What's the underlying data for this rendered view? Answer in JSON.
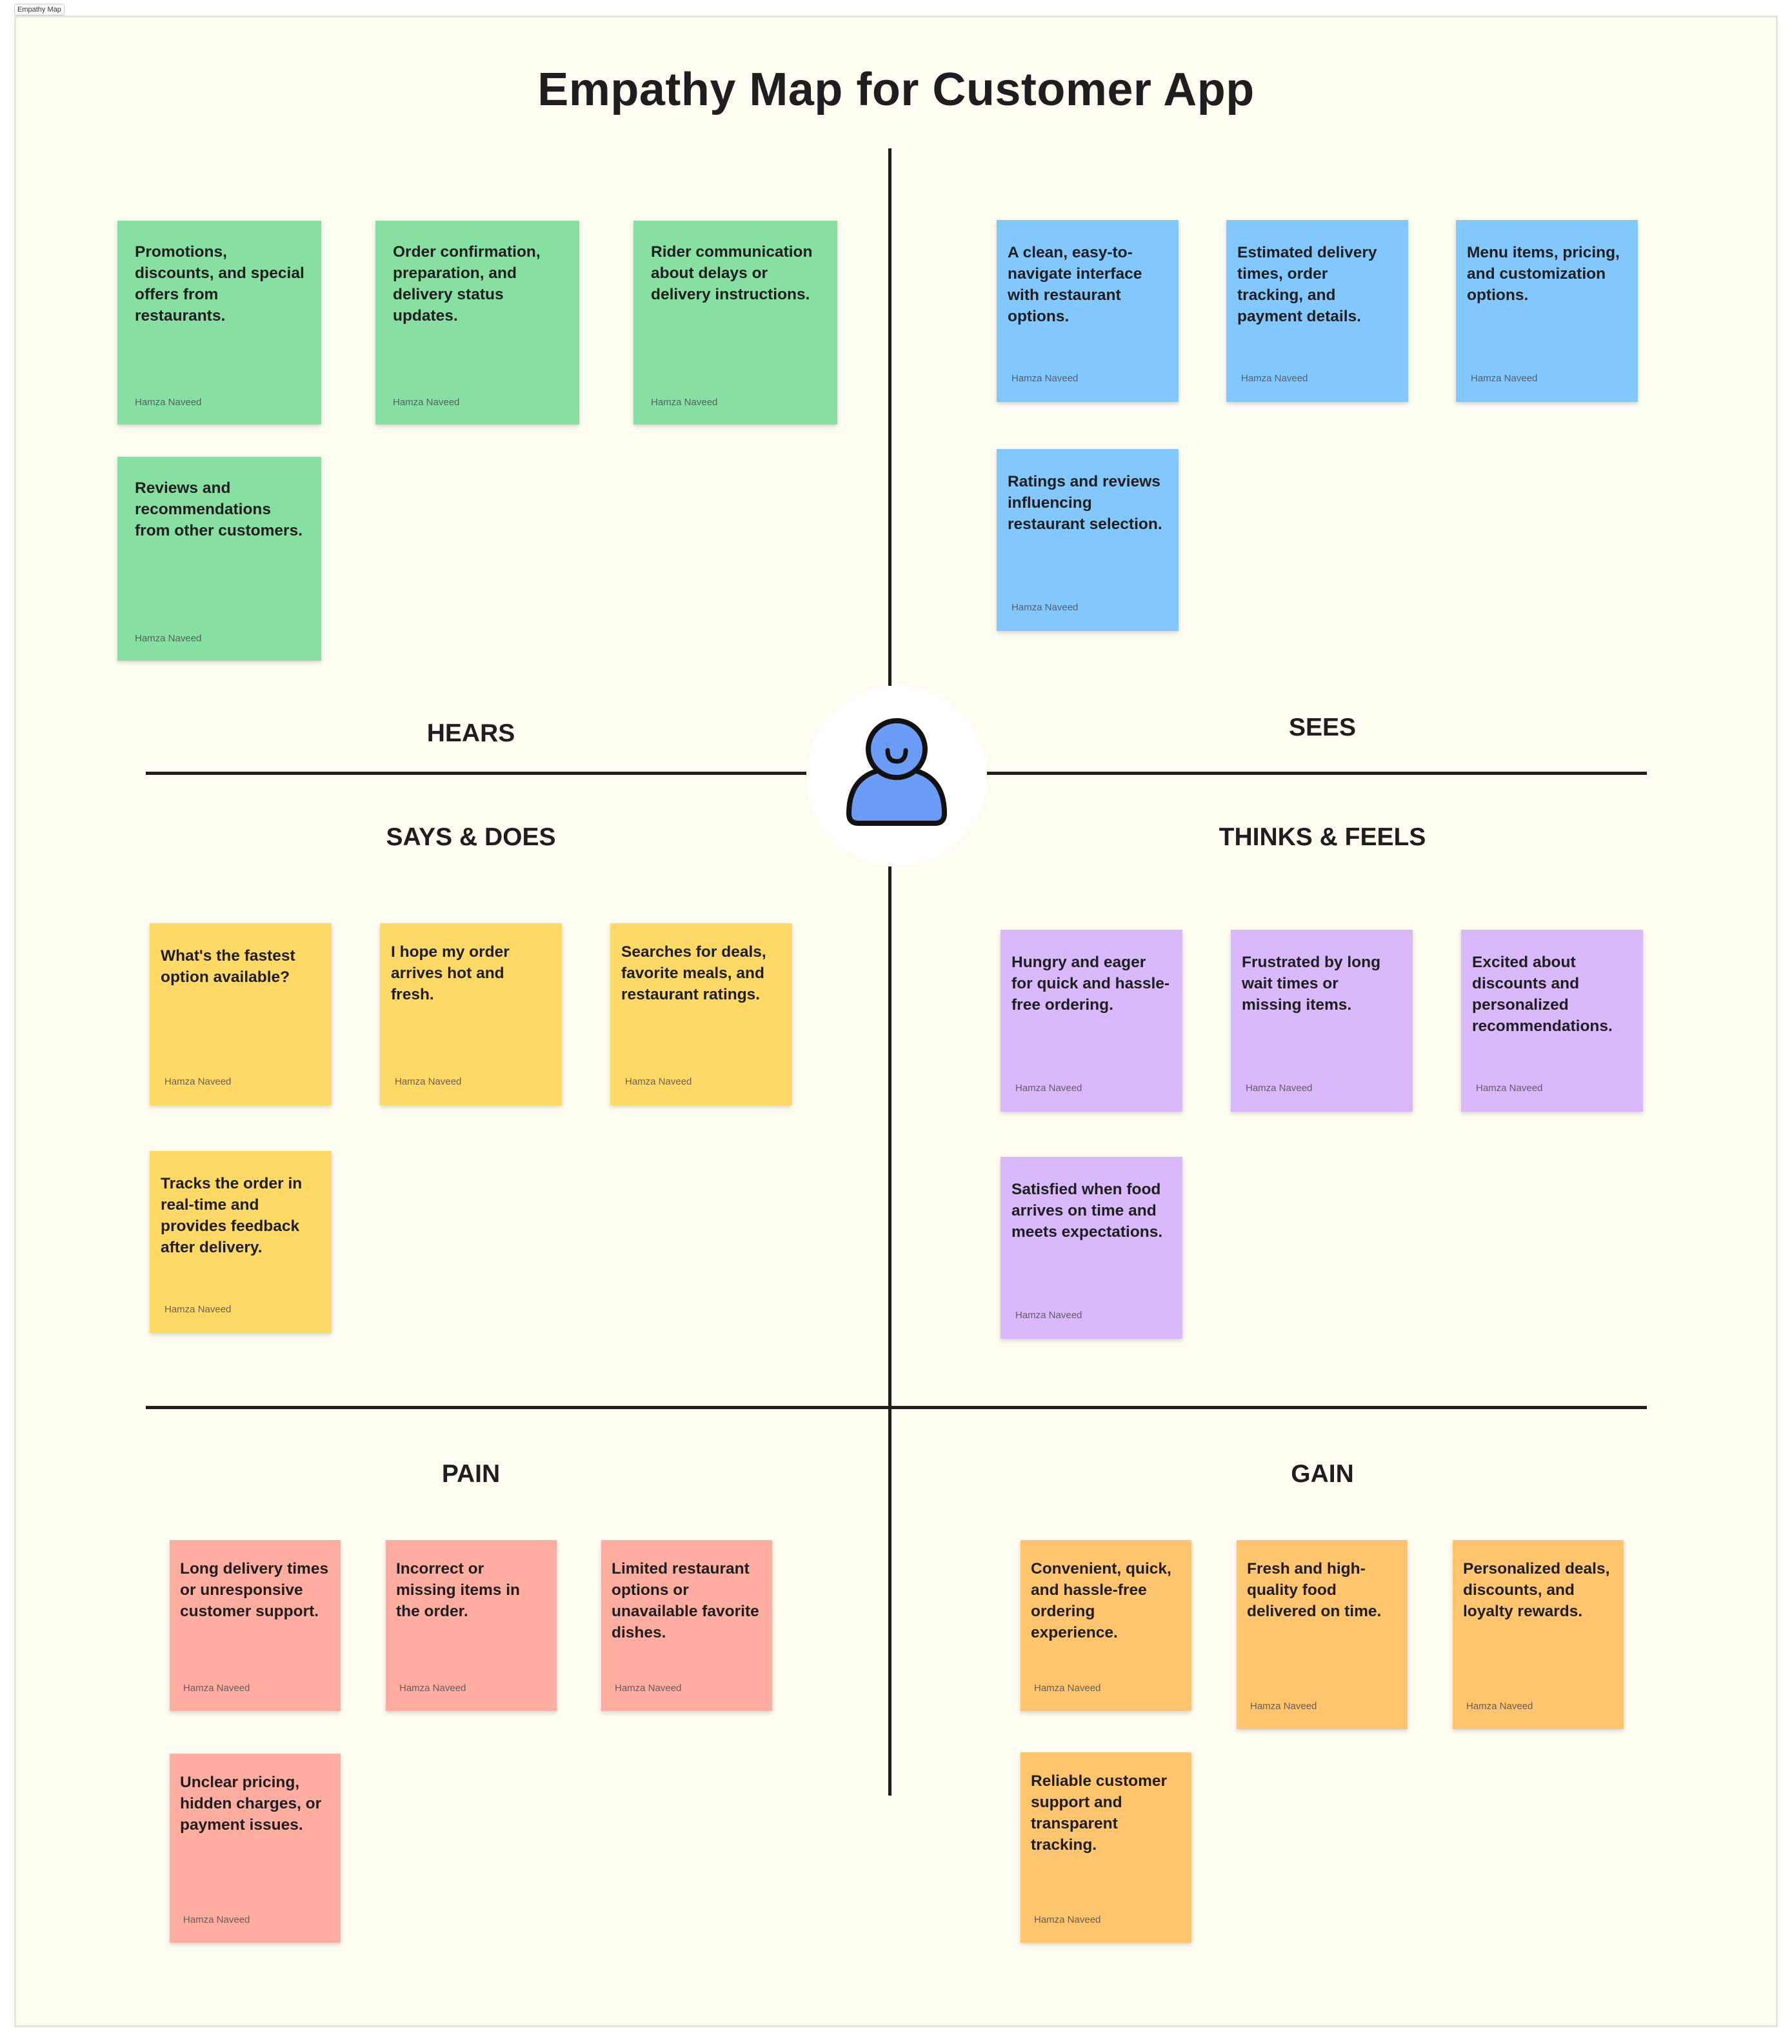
{
  "frame_label": "Empathy Map",
  "title": "Empathy Map for Customer App",
  "quadrants": {
    "hears": "HEARS",
    "sees": "SEES",
    "says_does": "SAYS & DOES",
    "thinks_feels": "THINKS & FEELS",
    "pain": "PAIN",
    "gain": "GAIN"
  },
  "center_icon": "user-icon",
  "author": "Hamza Naveed",
  "colors": {
    "hears": "#87e0a1",
    "sees": "#82c8fe",
    "says_does": "#ffd966",
    "thinks_feels": "#d9b8fc",
    "pain": "#ffada0",
    "gain": "#ffc46e",
    "avatar": "#6b9cf8"
  },
  "notes": {
    "hears": [
      "Promotions, discounts, and special offers from restaurants.",
      "Order confirmation, preparation, and delivery status updates.",
      "Rider communication about delays or delivery instructions.",
      "Reviews and recommendations from other customers."
    ],
    "sees": [
      "A clean, easy-to-navigate interface with restaurant options.",
      "Estimated delivery times, order tracking, and payment details.",
      "Menu items, pricing, and customization options.",
      "Ratings and reviews influencing restaurant selection."
    ],
    "says_does": [
      "What's the fastest option available?",
      "I hope my order arrives hot and fresh.",
      "Searches for deals, favorite meals, and restaurant ratings.",
      "Tracks the order in real-time and provides feedback after delivery."
    ],
    "thinks_feels": [
      "Hungry and eager for quick and hassle-free ordering.",
      "Frustrated by long wait times or missing items.",
      "Excited about discounts and personalized recommendations.",
      "Satisfied when food arrives on time and meets expectations."
    ],
    "pain": [
      "Long delivery times or unresponsive customer support.",
      "Incorrect or missing items in the order.",
      "Limited restaurant options or unavailable favorite dishes.",
      "Unclear pricing, hidden charges, or payment issues."
    ],
    "gain": [
      "Convenient, quick, and hassle-free ordering experience.",
      "Fresh and high-quality food delivered on time.",
      "Personalized deals, discounts, and loyalty rewards.",
      "Reliable customer support and transparent tracking."
    ]
  }
}
